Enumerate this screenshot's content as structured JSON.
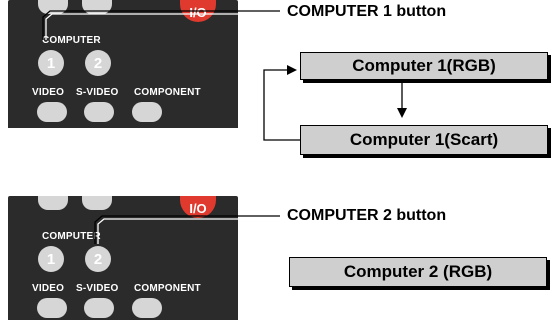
{
  "section1": {
    "remote": {
      "computer_label": "COMPUTER",
      "button_1": "1",
      "button_2": "2",
      "video_label": "VIDEO",
      "svideo_label": "S-VIDEO",
      "component_label": "COMPONENT",
      "power_label": "I/O"
    },
    "callout": "COMPUTER 1 button",
    "box_top": "Computer 1(RGB)",
    "box_bottom": "Computer 1(Scart)"
  },
  "section2": {
    "remote": {
      "computer_label": "COMPUTER",
      "button_1": "1",
      "button_2": "2",
      "video_label": "VIDEO",
      "svideo_label": "S-VIDEO",
      "component_label": "COMPONENT",
      "power_label": "I/O"
    },
    "callout": "COMPUTER 2 button",
    "box": "Computer 2 (RGB)"
  },
  "colors": {
    "remote_body": "#2b2b2b",
    "button_gray": "#d6d6d6",
    "power_red": "#e03a2e",
    "box_fill": "#cfcfcf"
  }
}
